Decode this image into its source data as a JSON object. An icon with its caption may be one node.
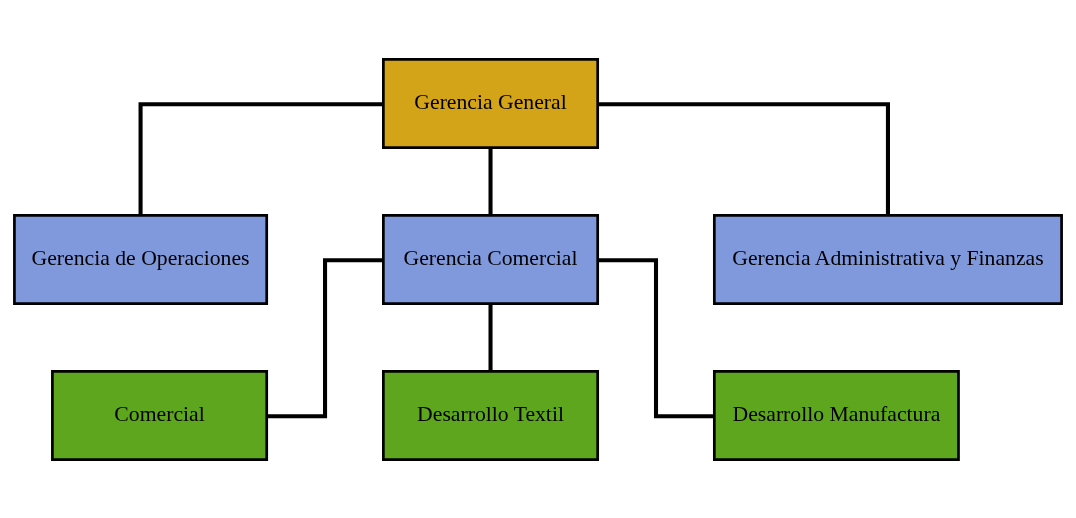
{
  "diagram": {
    "nodes": [
      {
        "text": [
          "Gerencia General"
        ]
      },
      {
        "text": [
          "Gerencia de Operaciones"
        ]
      },
      {
        "text": [
          "Gerencia Comercial"
        ]
      },
      {
        "text": [
          "Gerencia Administrativa y Finanzas"
        ]
      },
      {
        "text": [
          "Comercial"
        ]
      },
      {
        "text": [
          "Desarrollo Textil"
        ]
      },
      {
        "text": [
          "Desarrollo Manufactura"
        ]
      }
    ],
    "edges": [
      {
        "from": 0,
        "to": 1,
        "arrow": "none"
      },
      {
        "from": 0,
        "to": 2,
        "arrow": "none"
      },
      {
        "from": 0,
        "to": 3,
        "arrow": "none"
      },
      {
        "from": 2,
        "to": 4,
        "arrow": "none"
      },
      {
        "from": 2,
        "to": 5,
        "arrow": "none"
      },
      {
        "from": 2,
        "to": 6,
        "arrow": "none"
      }
    ]
  }
}
